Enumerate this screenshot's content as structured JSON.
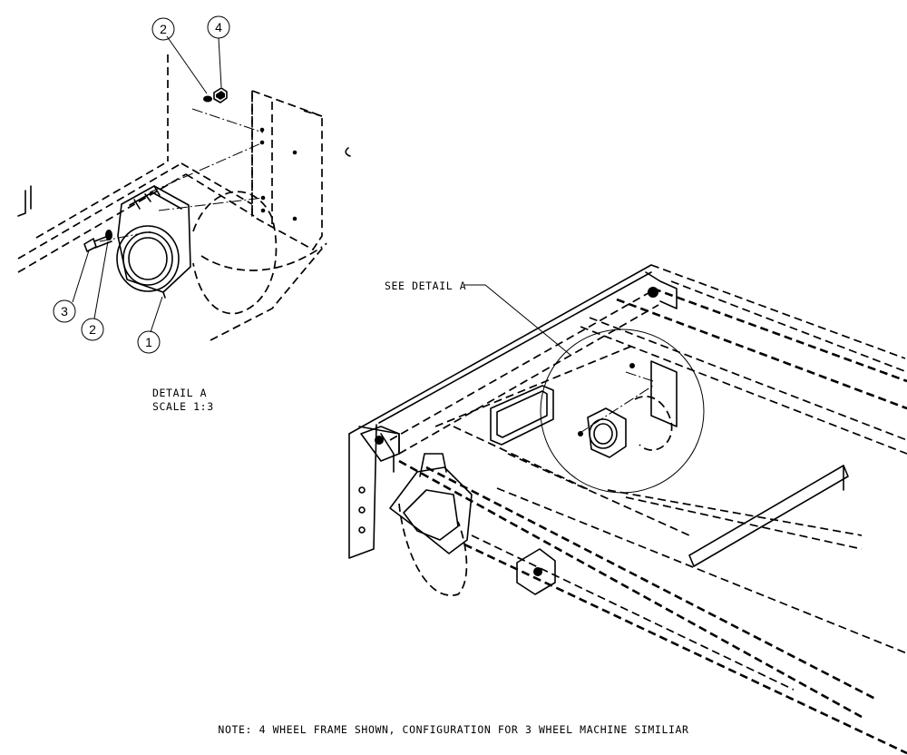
{
  "detail": {
    "title": "DETAIL  A",
    "scale": "SCALE  1:3",
    "see_detail": "SEE DETAIL  A"
  },
  "balloons": [
    {
      "id": "balloon-top-2",
      "label": "2"
    },
    {
      "id": "balloon-top-4",
      "label": "4"
    },
    {
      "id": "balloon-3",
      "label": "3"
    },
    {
      "id": "balloon-bottom-2",
      "label": "2"
    },
    {
      "id": "balloon-1",
      "label": "1"
    }
  ],
  "note": "NOTE:  4 WHEEL FRAME SHOWN, CONFIGURATION FOR 3 WHEEL MACHINE SIMILIAR"
}
